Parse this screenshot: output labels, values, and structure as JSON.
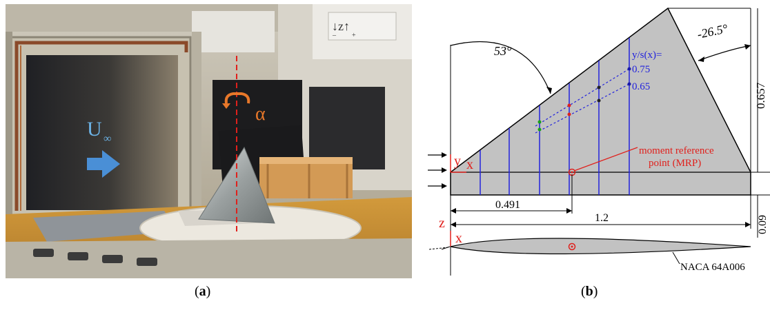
{
  "captions": {
    "a_open": "(",
    "a_letter": "a",
    "a_close": ")",
    "b_open": "(",
    "b_letter": "b",
    "b_close": ")"
  },
  "photo": {
    "freestream_label": "U",
    "freestream_subscript": "∞",
    "alpha_label": "α",
    "z_axis_label": "↓z↑",
    "z_minus": "–",
    "z_plus": "+"
  },
  "schematic": {
    "angle_le": "53°",
    "angle_te": "-26.5°",
    "span_height": "0.657",
    "span_section_label": "y/s(x)=",
    "span_section_1": "0.75",
    "span_section_2": "0.65",
    "y_axis": "y",
    "x_axis_top": "x",
    "z_axis": "z",
    "x_axis_side": "x",
    "mrp_label_line1": "moment reference",
    "mrp_label_line2": "point (MRP)",
    "dim_mrp": "0.491",
    "dim_chord": "1.2",
    "thickness_dim": "0.09",
    "airfoil_label": "NACA 64A006"
  },
  "colors": {
    "wing_fill": "#c2c2c2",
    "station_blue": "#2222dd",
    "annotation_red": "#e0201c",
    "pressure_green": "#1aa11a",
    "photo_alpha": "#e8782a",
    "photo_flow": "#6cb3e6"
  }
}
